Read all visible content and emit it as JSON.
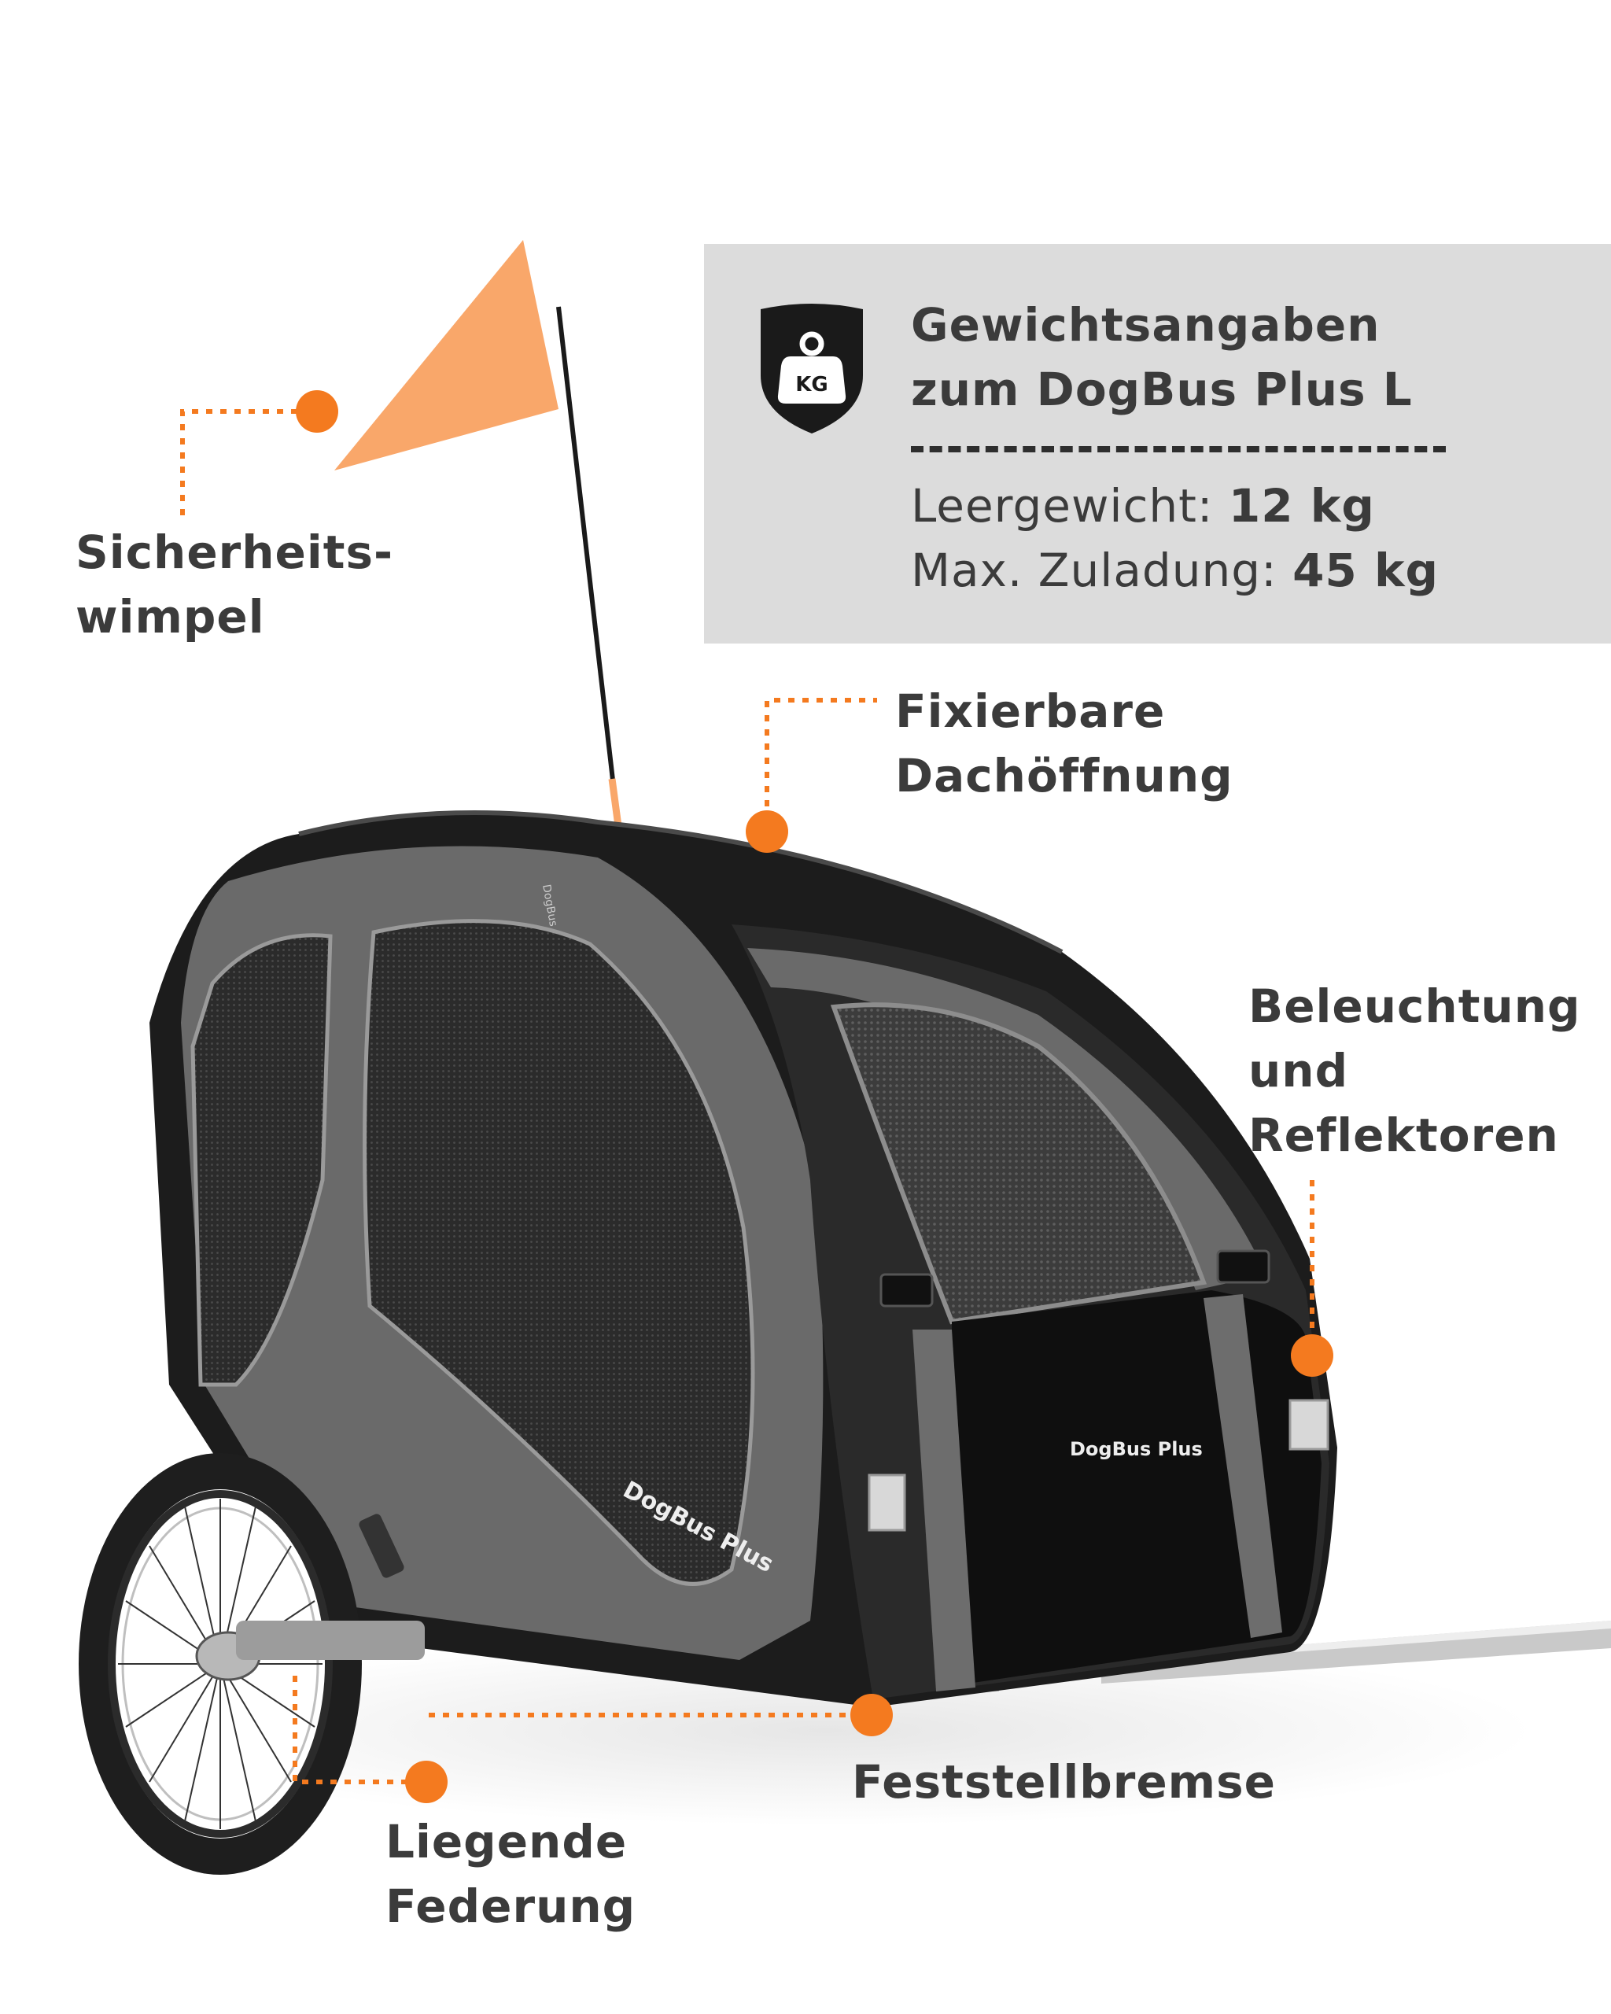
{
  "callouts": {
    "wimpel": [
      "Sicherheits-",
      "wimpel"
    ],
    "dach": [
      "Fixierbare",
      "Dachöffnung"
    ],
    "beleuchtung": [
      "Beleuchtung",
      "und",
      "Reflektoren"
    ],
    "bremse": [
      "Feststellbremse"
    ],
    "federung": [
      "Liegende",
      "Federung"
    ]
  },
  "weight_box": {
    "icon": "kg-weight-icon",
    "icon_text": "KG",
    "title": [
      "Gewichtsangaben",
      "zum DogBus Plus L"
    ],
    "empty_label": "Leergewicht:",
    "empty_value": "12 kg",
    "max_label": "Max. Zuladung:",
    "max_value": "45 kg"
  },
  "product": {
    "brand_side": "DogBus Plus",
    "brand_front": "DogBus Plus",
    "zipper_tag": "DogBus"
  },
  "colors": {
    "accent": "#f47a1f",
    "flag": "#f9a76a",
    "box": "#dcdcdc",
    "text": "#3b3b3b",
    "fabric_dark": "#1c1c1c",
    "fabric_grey": "#6a6a6a"
  }
}
